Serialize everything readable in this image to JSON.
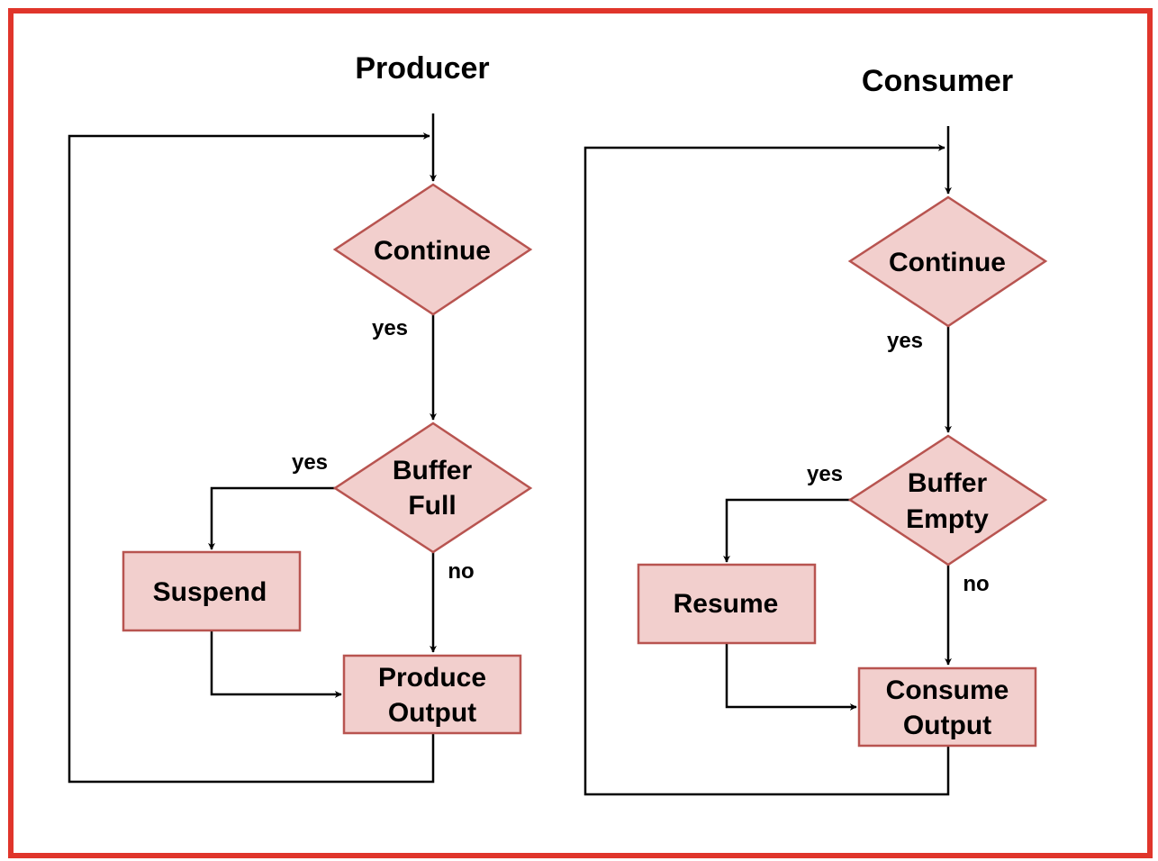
{
  "producer": {
    "title": "Producer",
    "continue_label": "Continue",
    "yes_label_1": "yes",
    "buffer_line1": "Buffer",
    "buffer_line2": "Full",
    "yes_label_2": "yes",
    "no_label": "no",
    "suspend_label": "Suspend",
    "output_line1": "Produce",
    "output_line2": "Output"
  },
  "consumer": {
    "title": "Consumer",
    "continue_label": "Continue",
    "yes_label_1": "yes",
    "buffer_line1": "Buffer",
    "buffer_line2": "Empty",
    "yes_label_2": "yes",
    "no_label": "no",
    "resume_label": "Resume",
    "output_line1": "Consume",
    "output_line2": "Output"
  },
  "colors": {
    "frame_border": "#e0352b",
    "node_fill": "#f2cfcd",
    "node_stroke": "#b85450"
  }
}
